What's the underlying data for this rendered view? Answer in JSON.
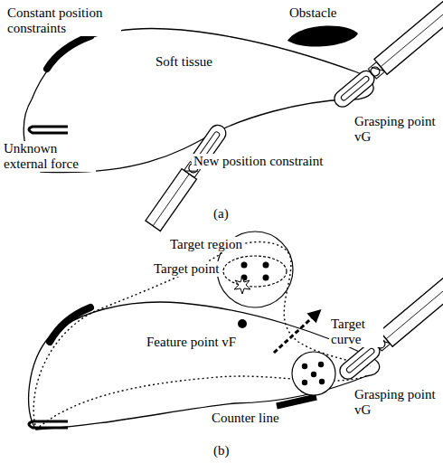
{
  "diagram": {
    "labels": [
      "Constant position constraints",
      "Obstacle",
      "Soft tissue",
      "Unknown external force",
      "Grasping point vG",
      "New position constraint",
      "(a)",
      "Target region",
      "Target point",
      "Feature point vF",
      "Target curve",
      "Grasping point vG",
      "Counter line",
      "(b)"
    ]
  }
}
